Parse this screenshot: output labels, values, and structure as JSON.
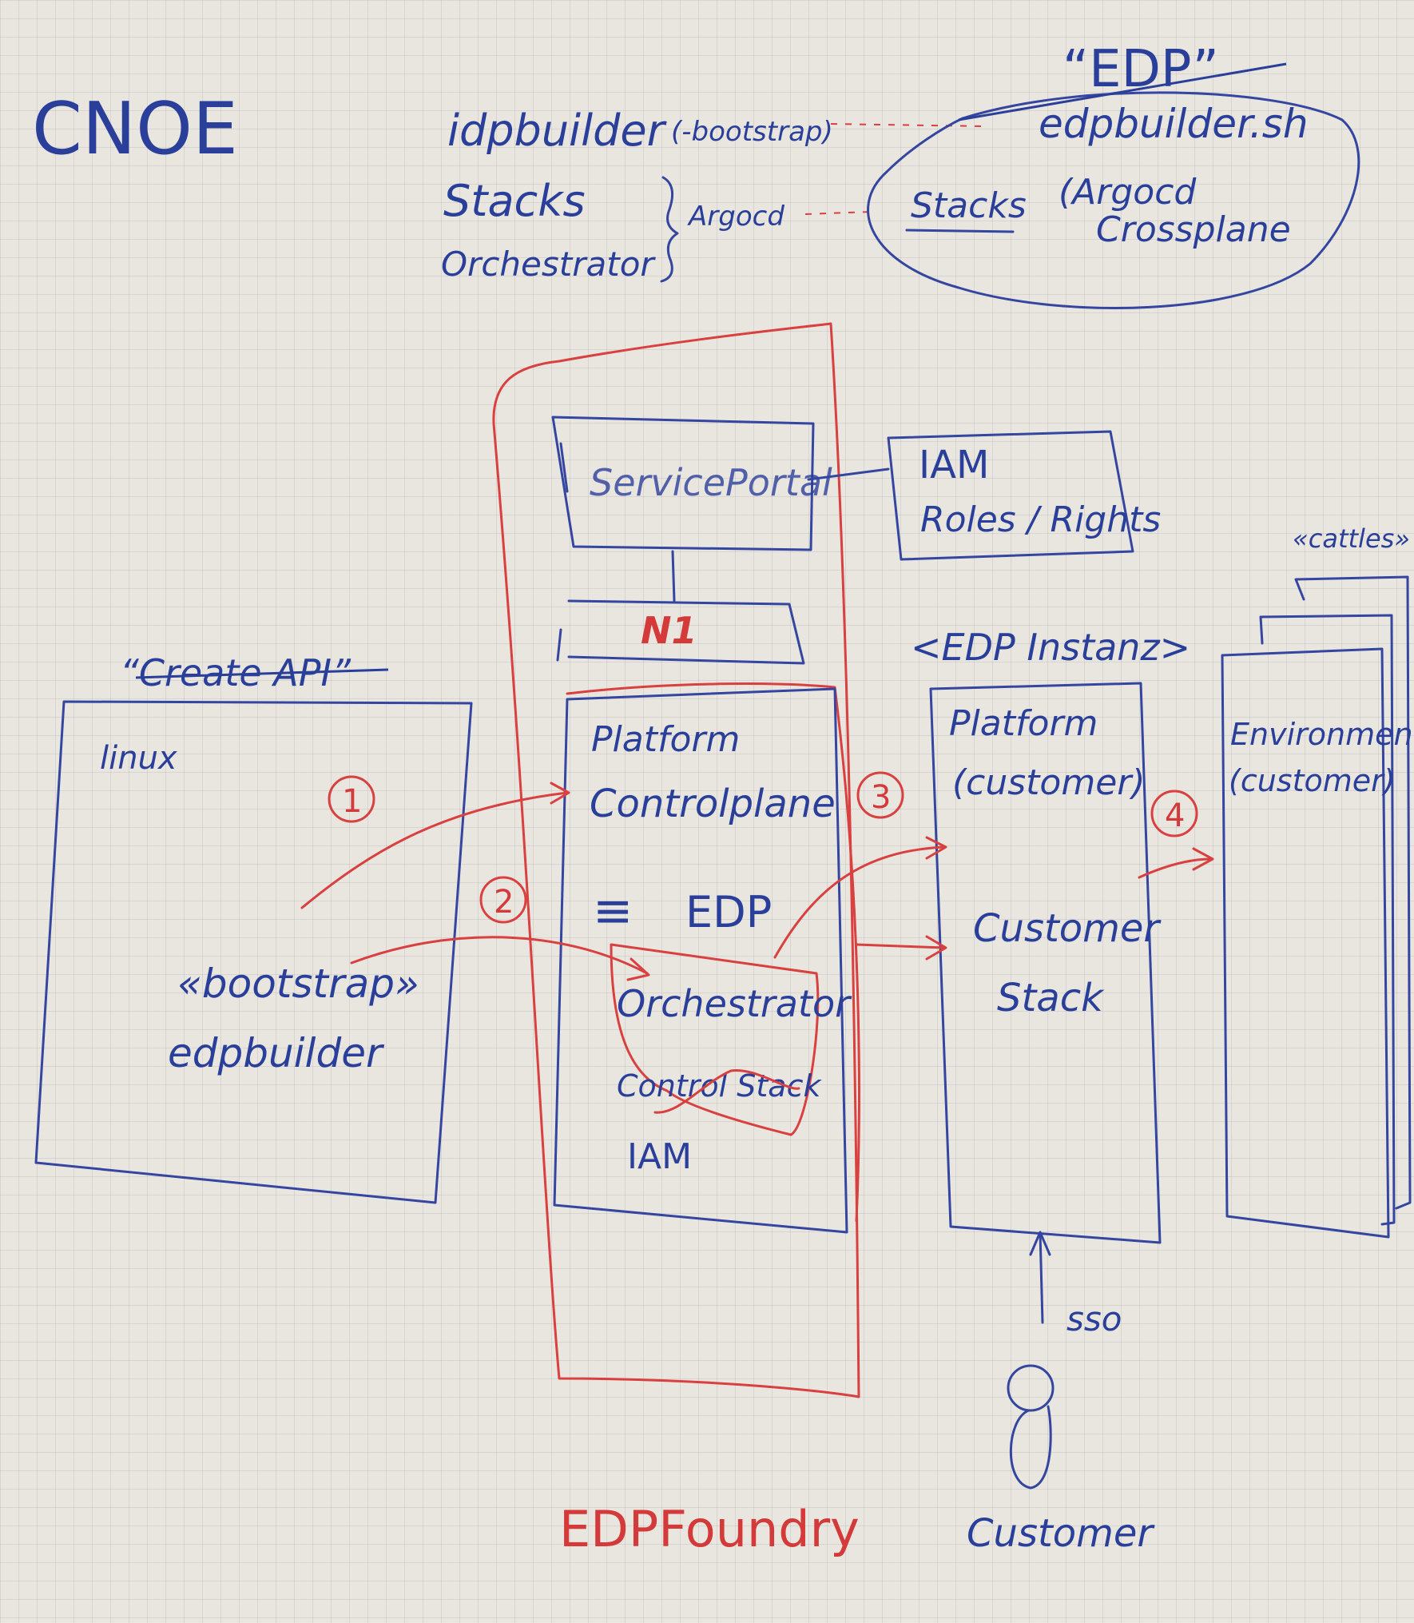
{
  "header": {
    "cnoe": "CNOE",
    "idpbuilder": "idpbuilder",
    "bootstrap_small": "(-bootstrap)",
    "stacks": "Stacks",
    "orchestrator": "Orchestrator",
    "argocd_small": "Argocd"
  },
  "edp_cloud": {
    "title": "“EDP”",
    "script": "edpbuilder.sh",
    "stacks": "Stacks",
    "tools_line1": "(Argocd",
    "tools_line2": "Crossplane"
  },
  "service_portal": {
    "label": "ServicePortal",
    "iam": "IAM",
    "roles": "Roles / Rights"
  },
  "api_box": {
    "label": "N1"
  },
  "left_box": {
    "header_struck": "“Create API”",
    "os": "linux",
    "stereotype": "«bootstrap»",
    "tool": "edpbuilder"
  },
  "edp_foundry_box": {
    "line1": "Platform",
    "line2": "Controlplane",
    "equals": "≡",
    "edp": "EDP",
    "orch": "Orchestrator",
    "control_stack": "Control Stack",
    "iam": "IAM",
    "footer": "EDPFoundry"
  },
  "edp_instance": {
    "header": "<EDP Instanz>",
    "line1": "Platform",
    "line2": "(customer)",
    "stack1": "Customer",
    "stack2": "Stack"
  },
  "environments": {
    "header": "«cattles»",
    "line1": "Environments",
    "line2": "(customer)"
  },
  "steps": [
    "1",
    "2",
    "3",
    "4"
  ],
  "customer": {
    "sso": "sso",
    "label": "Customer"
  },
  "colors": {
    "blue_ink": "#2a3f9a",
    "red_ink": "#d43a3a",
    "paper": "#e9e6df"
  }
}
